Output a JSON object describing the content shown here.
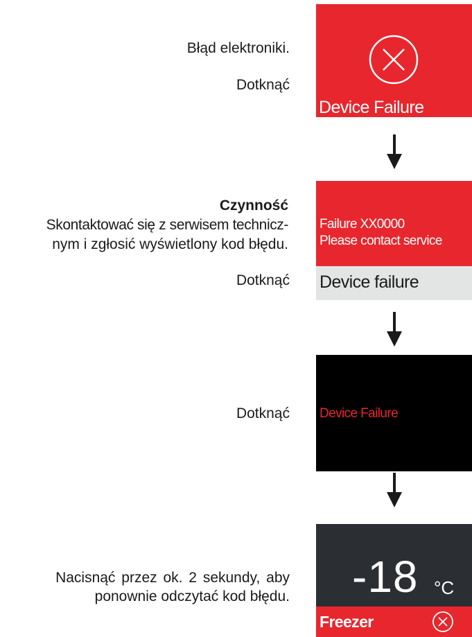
{
  "step1": {
    "caption": "Błąd elektroniki.",
    "touch": "Dotknąć",
    "panel_title": "Device Failure",
    "icon": "x-circle-icon"
  },
  "step2": {
    "heading": "Czynność",
    "body_line1": "Skontaktować się z serwisem technicz-",
    "body_line2": "nym i zgłosić wyświetlony kod błędu.",
    "touch": "Dotknąć",
    "panel_line1": "Failure XX0000",
    "panel_line2": "Please contact service",
    "panel_footer": "Device failure"
  },
  "step3": {
    "touch": "Dotknąć",
    "panel_text": "Device Failure"
  },
  "step4": {
    "caption_line1": "Nacisnąć przez ok. 2 sekundy, aby",
    "caption_line2": "ponownie odczytać kod błędu.",
    "temperature": "-18",
    "unit": "°C",
    "zone": "Freezer",
    "icon": "x-circle-icon"
  },
  "colors": {
    "alert_red": "#e8262d",
    "panel_black": "#000000",
    "panel_dark": "#2b2f33",
    "panel_light": "#e3e5e4"
  }
}
